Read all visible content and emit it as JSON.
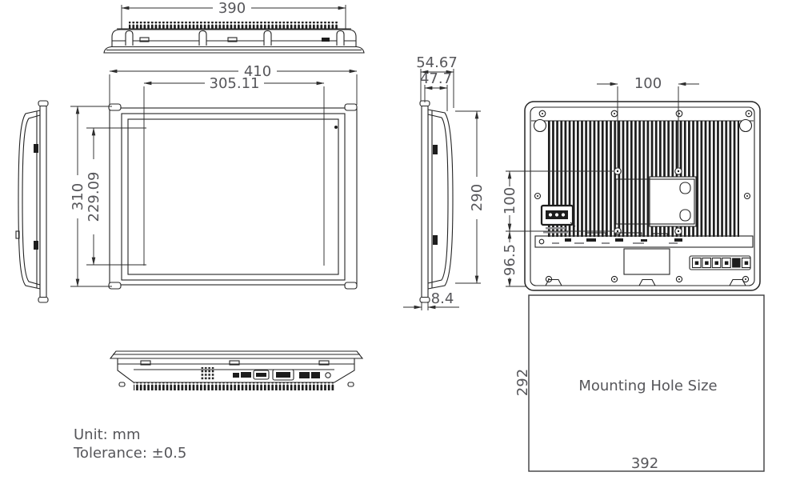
{
  "drawing": {
    "notes": {
      "unit": "Unit: mm",
      "tolerance": "Tolerance: ±0.5"
    },
    "top_view": {
      "overall_width": "390"
    },
    "front_view": {
      "overall_width": "410",
      "display_width": "305.11",
      "overall_height": "310",
      "display_height": "229.09"
    },
    "side_view": {
      "total_depth": "54.67",
      "chassis_depth": "47.7",
      "chassis_height": "290",
      "bezel_thickness": "8.4"
    },
    "rear_view": {
      "vesa_horizontal": "100",
      "vesa_vertical": "100",
      "lower_offset": "96.5"
    },
    "mounting": {
      "title": "Mounting Hole Size",
      "cutout_height": "292",
      "cutout_width": "392"
    }
  }
}
